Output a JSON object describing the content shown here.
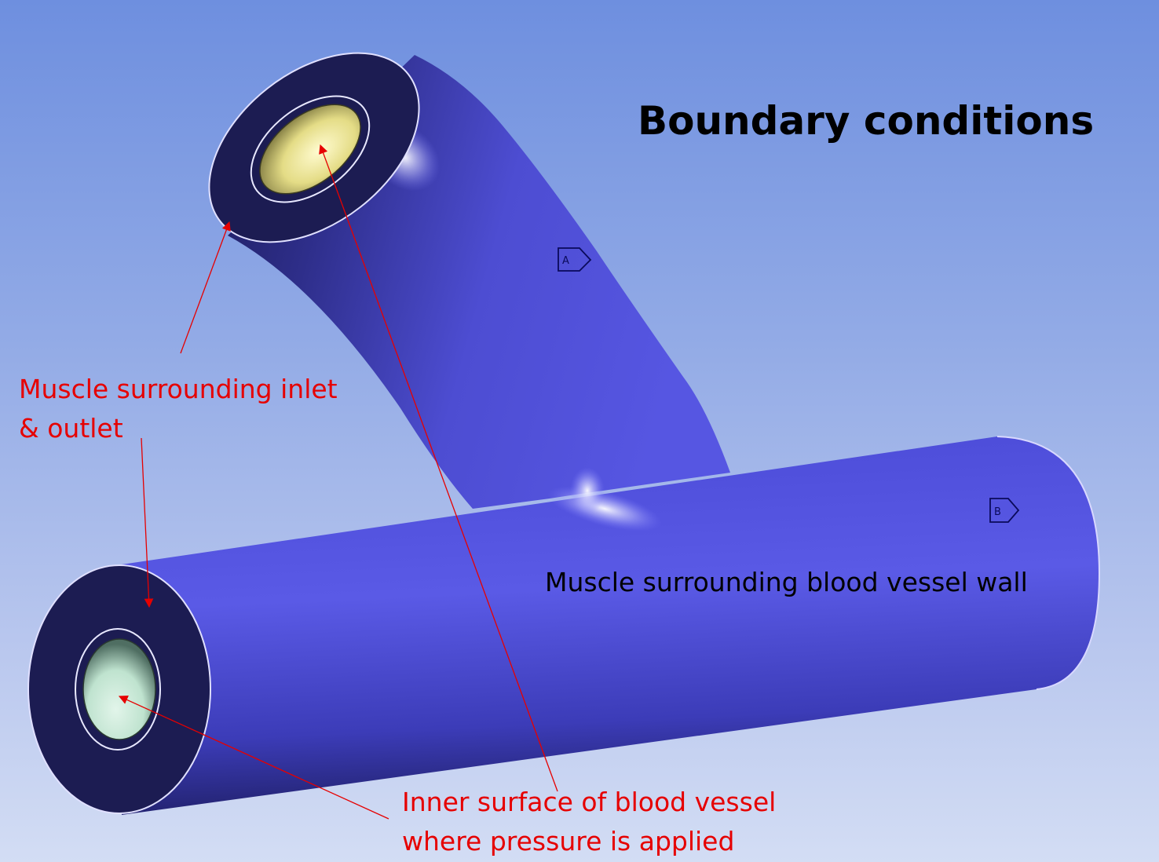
{
  "title": "Boundary conditions",
  "annotations": {
    "muscle_inlet_outlet": [
      "Muscle surrounding inlet",
      "& outlet"
    ],
    "inner_surface": [
      "Inner surface of blood vessel",
      "where pressure is applied"
    ],
    "vessel_wall": "Muscle surrounding blood vessel wall"
  },
  "markers": {
    "a": "A",
    "b": "B"
  },
  "colors": {
    "vessel": "#5555dd",
    "vessel_shadow": "#252580",
    "end_face": "#1c1c52",
    "inner_surface_top": "#e8e28a",
    "inner_surface_bottom": "#c9e8d6",
    "annotation_red": "#e60000"
  }
}
